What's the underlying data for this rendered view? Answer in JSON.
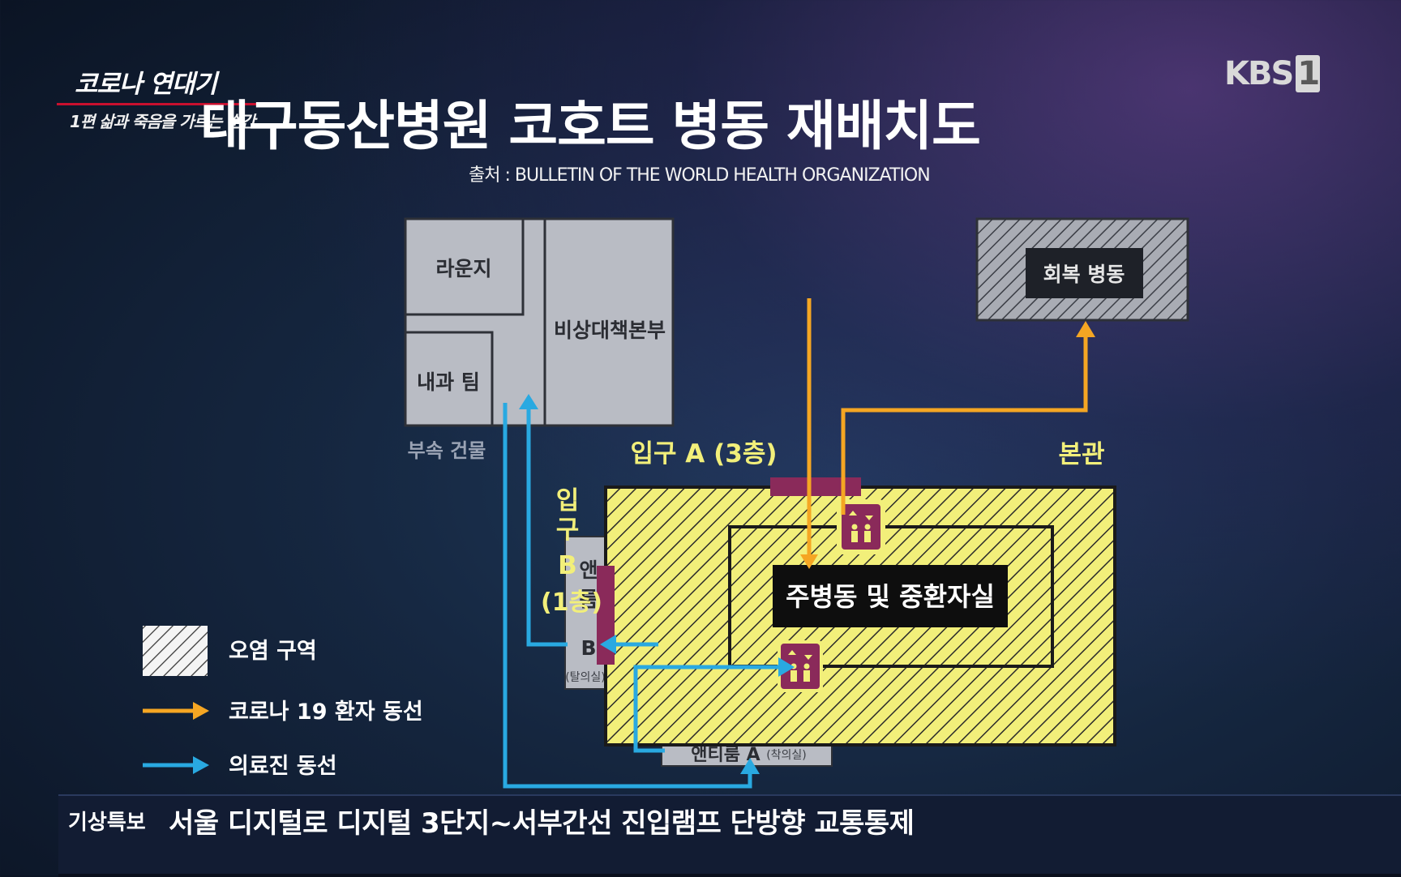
{
  "show": {
    "title": "코로나 연대기",
    "subtitle": "1편 삶과 죽음을 가르는 순간"
  },
  "broadcaster": {
    "name": "KBS",
    "channel": "1"
  },
  "title": "대구동산병원 코호트 병동 재배치도",
  "source": "출처 : BULLETIN OF THE WORLD HEALTH ORGANIZATION",
  "diagram": {
    "annex": {
      "caption": "부속 건물",
      "rooms": {
        "lounge": "라운지",
        "internal_team": "내과 팀",
        "emergency_hq": "비상대책본부"
      }
    },
    "recovery_ward": "회복 병동",
    "main_building": {
      "caption": "본관",
      "core": "주병동 및 중환자실"
    },
    "entrance_a": "입구 A (3층)",
    "entrance_b_lines": [
      "입",
      "구",
      "B",
      "(1층)"
    ],
    "anteroom_b": {
      "lines": [
        "앤",
        "룸",
        "B"
      ],
      "note": "(탈의실)"
    },
    "anteroom_a": {
      "label": "앤티룸 A",
      "note": "(착의실)"
    }
  },
  "legend": [
    {
      "icon": "hatch-swatch",
      "label": "오염 구역"
    },
    {
      "icon": "orange-arrow",
      "label": "코로나 19 환자 동선"
    },
    {
      "icon": "blue-arrow",
      "label": "의료진 동선"
    }
  ],
  "colors": {
    "contaminated": "#f2ef7a",
    "patient_route": "#f5a623",
    "staff_route": "#29a9e1",
    "entrance_marker": "#8a2a5a",
    "building_gray": "#b9bcc4"
  },
  "ticker": {
    "label": "기상특보",
    "text": "서울 디지털로 디지털 3단지~서부간선 진입램프 단방향 교통통제"
  }
}
